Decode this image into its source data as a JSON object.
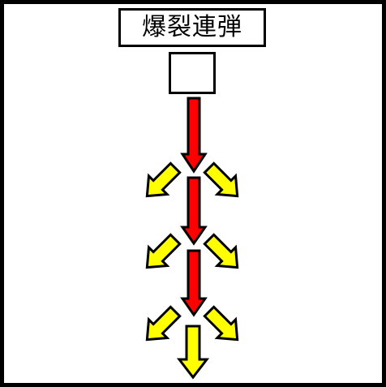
{
  "title": "爆裂連弾",
  "colors": {
    "main_arrow": "#ff0000",
    "branch_arrow": "#ffff00",
    "outline": "#000000",
    "background": "#ffffff"
  },
  "diagram": {
    "main_shot_count": 3,
    "branch_stages": 3,
    "final_shot": "straight-down"
  }
}
